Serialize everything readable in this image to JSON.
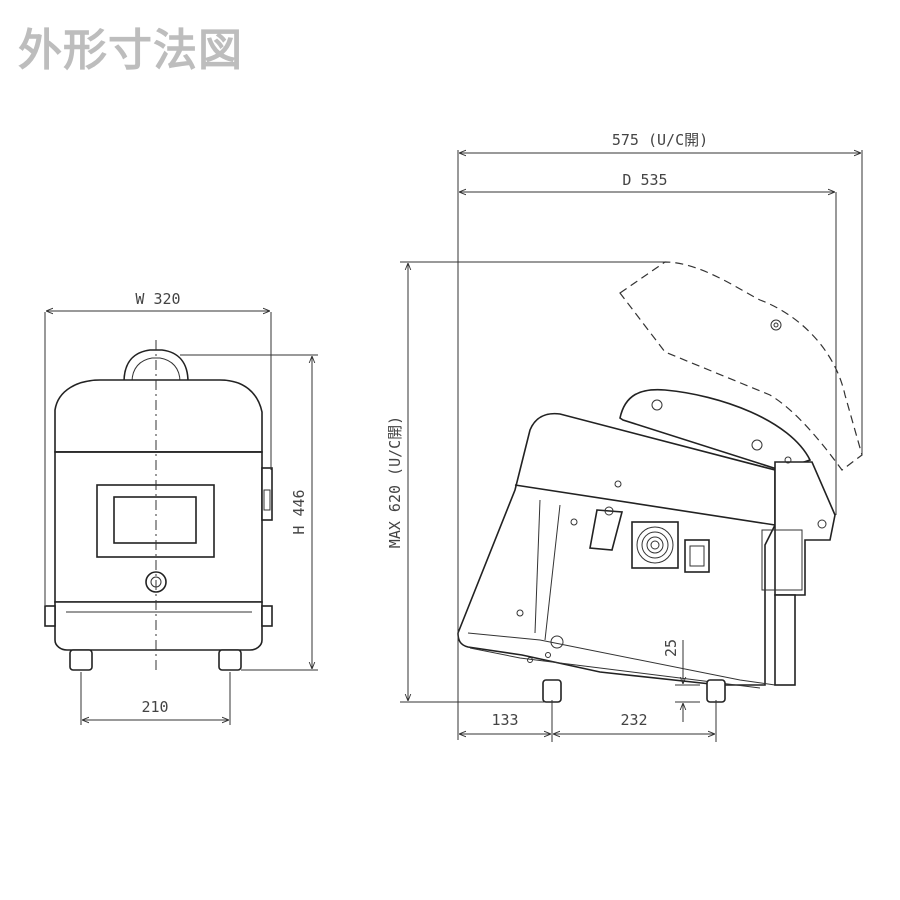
{
  "title": "外形寸法図",
  "dimensions": {
    "width": "W 320",
    "height": "H 446",
    "foot_spacing": "210",
    "depth_open": "575 (U/C開)",
    "depth": "D 535",
    "max_height_open": "MAX 620 (U/C開)",
    "front_offset": "133",
    "side_foot_spacing": "232",
    "clearance": "25"
  }
}
